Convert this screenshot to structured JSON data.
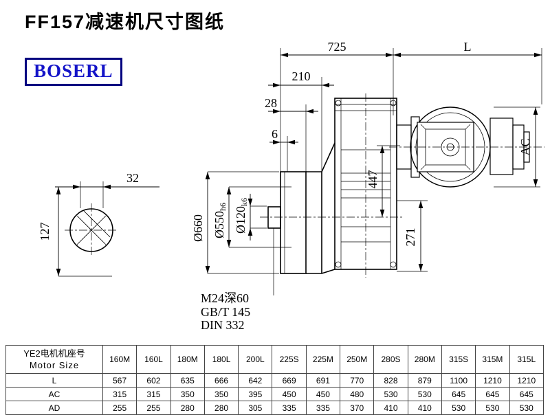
{
  "title": "FF157减速机尺寸图纸",
  "logo": "BOSERL",
  "colors": {
    "logo_text": "#1414c8",
    "logo_border": "#00007f",
    "line": "#000000",
    "table_border": "#444444"
  },
  "drawing": {
    "dims": {
      "top_total": "725",
      "motor_length": "L",
      "d210": "210",
      "d28": "28",
      "d6": "6",
      "ac": "AC",
      "d447": "447",
      "d271": "271",
      "shaft_width": "32",
      "shaft_height": "127",
      "flange_od": "Ø660",
      "spigot": "Ø550",
      "spigot_tol": "h6",
      "shaft_dia": "Ø120",
      "shaft_tol": "k6",
      "tap": "M24深60",
      "std_gb": "GB/T 145",
      "std_din": "DIN 332"
    }
  },
  "table": {
    "header": {
      "line1": "YE2电机机座号",
      "line2": "Motor Size"
    },
    "sizes": [
      "160M",
      "160L",
      "180M",
      "180L",
      "200L",
      "225S",
      "225M",
      "250M",
      "280S",
      "280M",
      "315S",
      "315M",
      "315L"
    ],
    "rows": [
      {
        "label": "L",
        "values": [
          "567",
          "602",
          "635",
          "666",
          "642",
          "669",
          "691",
          "770",
          "828",
          "879",
          "1100",
          "1210",
          "1210"
        ]
      },
      {
        "label": "AC",
        "values": [
          "315",
          "315",
          "350",
          "350",
          "395",
          "450",
          "450",
          "480",
          "530",
          "530",
          "645",
          "645",
          "645"
        ]
      },
      {
        "label": "AD",
        "values": [
          "255",
          "255",
          "280",
          "280",
          "305",
          "335",
          "335",
          "370",
          "410",
          "410",
          "530",
          "530",
          "530"
        ]
      }
    ]
  }
}
